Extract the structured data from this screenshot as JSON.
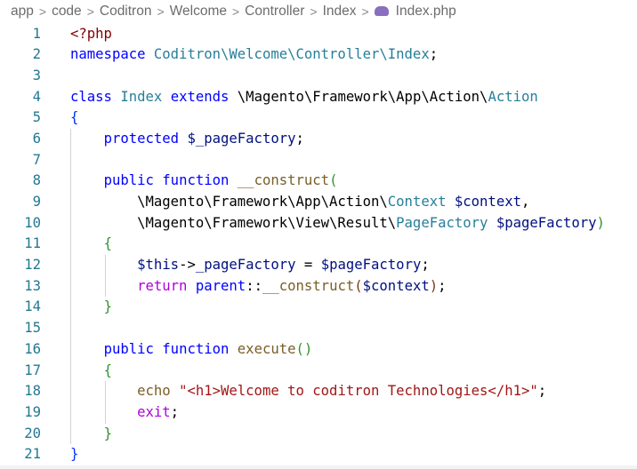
{
  "breadcrumb": [
    "app",
    "code",
    "Coditron",
    "Welcome",
    "Controller",
    "Index",
    "Index.php"
  ],
  "colors": {
    "keyword": "#0000ff",
    "class": "#267f99",
    "function": "#795e26",
    "variable": "#001080",
    "control": "#af00db",
    "string": "#a31515"
  },
  "lines": [
    [
      [
        "<?php",
        "tag"
      ]
    ],
    [
      [
        "namespace",
        "kw"
      ],
      [
        " ",
        "txt"
      ],
      [
        "Coditron\\Welcome\\Controller\\Index",
        "cls"
      ],
      [
        ";",
        "txt"
      ]
    ],
    [],
    [
      [
        "class",
        "kw"
      ],
      [
        " ",
        "txt"
      ],
      [
        "Index",
        "cls"
      ],
      [
        " ",
        "txt"
      ],
      [
        "extends",
        "kw"
      ],
      [
        " \\Magento\\Framework\\App\\Action\\",
        "txt"
      ],
      [
        "Action",
        "cls"
      ]
    ],
    [
      [
        "{",
        "b1"
      ]
    ],
    [
      [
        "    ",
        "txt"
      ],
      [
        "protected",
        "kw"
      ],
      [
        " ",
        "txt"
      ],
      [
        "$_pageFactory",
        "var"
      ],
      [
        ";",
        "txt"
      ]
    ],
    [],
    [
      [
        "    ",
        "txt"
      ],
      [
        "public",
        "kw"
      ],
      [
        " ",
        "txt"
      ],
      [
        "function",
        "kw"
      ],
      [
        " ",
        "txt"
      ],
      [
        "__construct",
        "fn"
      ],
      [
        "(",
        "b2"
      ]
    ],
    [
      [
        "        \\Magento\\Framework\\App\\Action\\",
        "txt"
      ],
      [
        "Context",
        "cls"
      ],
      [
        " ",
        "txt"
      ],
      [
        "$context",
        "var"
      ],
      [
        ",",
        "txt"
      ]
    ],
    [
      [
        "        \\Magento\\Framework\\View\\Result\\",
        "txt"
      ],
      [
        "PageFactory",
        "cls"
      ],
      [
        " ",
        "txt"
      ],
      [
        "$pageFactory",
        "var"
      ],
      [
        ")",
        "b2"
      ]
    ],
    [
      [
        "    ",
        "txt"
      ],
      [
        "{",
        "b2"
      ]
    ],
    [
      [
        "        ",
        "txt"
      ],
      [
        "$this",
        "var"
      ],
      [
        "->",
        "txt"
      ],
      [
        "_pageFactory",
        "var"
      ],
      [
        " = ",
        "txt"
      ],
      [
        "$pageFactory",
        "var"
      ],
      [
        ";",
        "txt"
      ]
    ],
    [
      [
        "        ",
        "txt"
      ],
      [
        "return",
        "ctl"
      ],
      [
        " ",
        "txt"
      ],
      [
        "parent",
        "kw"
      ],
      [
        "::",
        "txt"
      ],
      [
        "__construct",
        "fn"
      ],
      [
        "(",
        "b3"
      ],
      [
        "$context",
        "var"
      ],
      [
        ")",
        "b3"
      ],
      [
        ";",
        "txt"
      ]
    ],
    [
      [
        "    ",
        "txt"
      ],
      [
        "}",
        "b2"
      ]
    ],
    [],
    [
      [
        "    ",
        "txt"
      ],
      [
        "public",
        "kw"
      ],
      [
        " ",
        "txt"
      ],
      [
        "function",
        "kw"
      ],
      [
        " ",
        "txt"
      ],
      [
        "execute",
        "fn"
      ],
      [
        "()",
        "b2"
      ]
    ],
    [
      [
        "    ",
        "txt"
      ],
      [
        "{",
        "b2"
      ]
    ],
    [
      [
        "        ",
        "txt"
      ],
      [
        "echo",
        "fn"
      ],
      [
        " ",
        "txt"
      ],
      [
        "\"<h1>Welcome to coditron Technologies</h1>\"",
        "str"
      ],
      [
        ";",
        "txt"
      ]
    ],
    [
      [
        "        ",
        "txt"
      ],
      [
        "exit",
        "ctl"
      ],
      [
        ";",
        "txt"
      ]
    ],
    [
      [
        "    ",
        "txt"
      ],
      [
        "}",
        "b2"
      ]
    ],
    [
      [
        "}",
        "b1"
      ]
    ]
  ]
}
